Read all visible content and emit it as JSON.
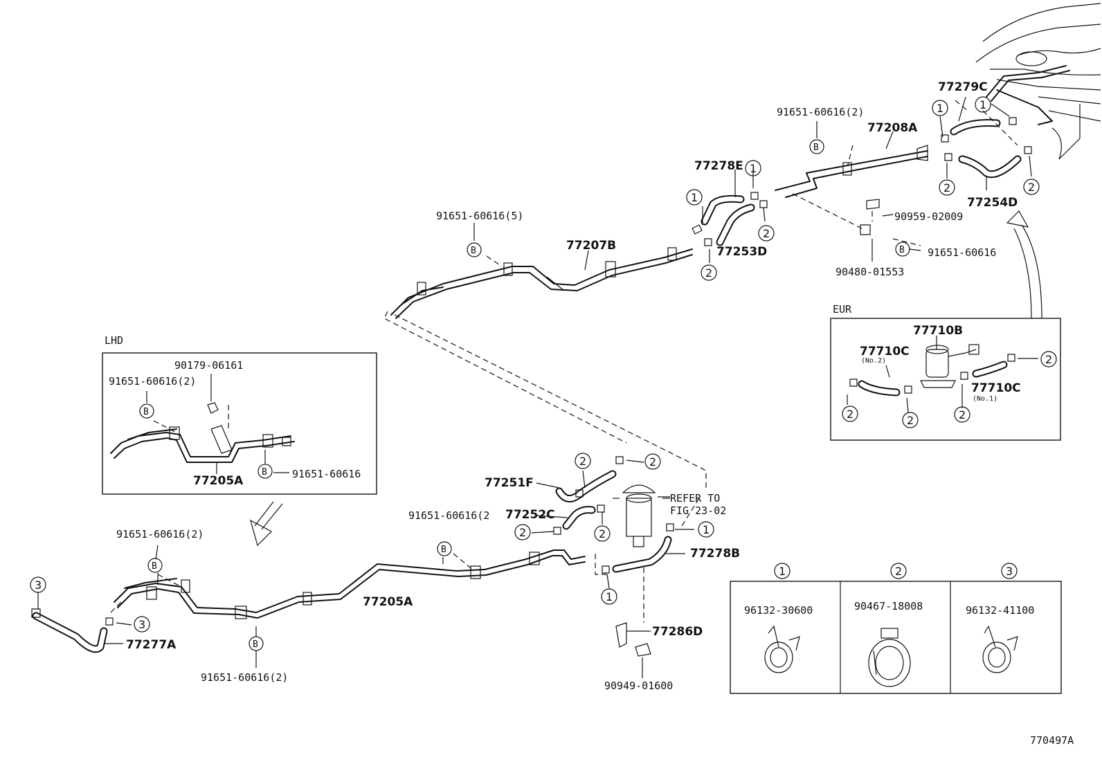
{
  "ref_code": "770497A",
  "insets": {
    "lhd_title": "LHD",
    "eur_title": "EUR"
  },
  "callouts": {
    "c1": "1",
    "c2": "2",
    "c3": "3",
    "b": "B"
  },
  "labels": {
    "p91651_60616_5": "91651-60616(5)",
    "p77207B": "77207B",
    "p77278E": "77278E",
    "p77253D": "77253D",
    "p91651_60616_2_top": "91651-60616(2)",
    "p77208A": "77208A",
    "p77279C": "77279C",
    "p77254D": "77254D",
    "p90959_02009": "90959-02009",
    "p91651_60616_right": "91651-60616",
    "p90480_01553": "90480-01553",
    "p77710B": "77710B",
    "p77710C_no2": "77710C",
    "no2": "(No.2)",
    "p77710C_no1": "77710C",
    "no1": "(No.1)",
    "p90179_06161": "90179-06161",
    "p91651_60616_2_lhd": "91651-60616(2)",
    "p91651_60616_lhd": "91651-60616",
    "p77205A_lhd": "77205A",
    "p77251F": "77251F",
    "p77252C": "77252C",
    "p91651_60616_2_mid": "91651-60616(2",
    "refer_1": "REFER TO",
    "refer_2": "FIG 23-02",
    "p77278B": "77278B",
    "p91651_60616_2_left": "91651-60616(2)",
    "p77205A": "77205A",
    "p77277A": "77277A",
    "p91651_60616_2_bottom": "91651-60616(2)",
    "p77286D": "77286D",
    "p90949_01600": "90949-01600"
  },
  "clamp_legend": [
    {
      "key": "1",
      "part": "96132-30600"
    },
    {
      "key": "2",
      "part": "90467-18008"
    },
    {
      "key": "3",
      "part": "96132-41100"
    }
  ]
}
